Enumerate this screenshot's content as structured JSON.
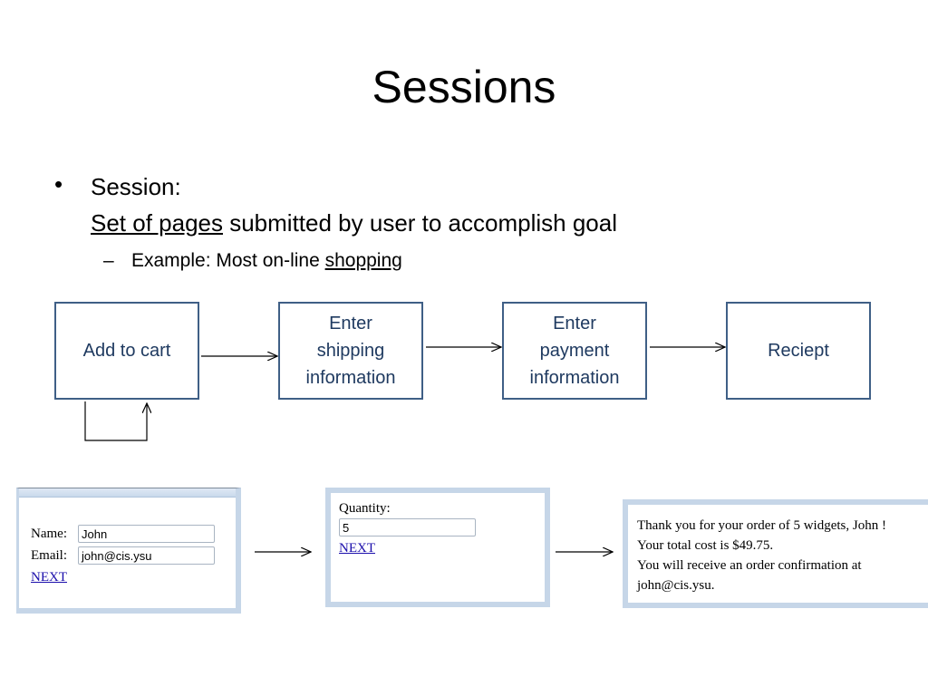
{
  "slide": {
    "title": "Sessions",
    "bullet": {
      "label": "Session:",
      "def_underlined": "Set of pages",
      "def_rest": " submitted by user to accomplish goal"
    },
    "sub": {
      "prefix": "Example: Most on-line ",
      "underlined": "shopping"
    }
  },
  "flow": {
    "boxes": [
      {
        "line1": "Add to cart",
        "line2": "",
        "line3": ""
      },
      {
        "line1": "Enter",
        "line2": "shipping",
        "line3": "information"
      },
      {
        "line1": "Enter",
        "line2": "payment",
        "line3": "information"
      },
      {
        "line1": "Reciept",
        "line2": "",
        "line3": ""
      }
    ]
  },
  "screens": {
    "s1": {
      "name_label": "Name:",
      "name_value": "John",
      "email_label": "Email:",
      "email_value": "john@cis.ysu",
      "next": "NEXT"
    },
    "s2": {
      "qty_label": "Quantity:",
      "qty_value": "5",
      "next": "NEXT"
    },
    "s3": {
      "line1": "Thank you for your order of 5 widgets, John !",
      "line2": "Your total cost is $49.75.",
      "line3": "You will receive an order confirmation at",
      "line4": "john@cis.ysu."
    }
  },
  "colors": {
    "box_border": "#3f5f86",
    "box_text": "#1f3a60",
    "window_frame": "#c6d6e8",
    "link": "#1a0dab"
  }
}
